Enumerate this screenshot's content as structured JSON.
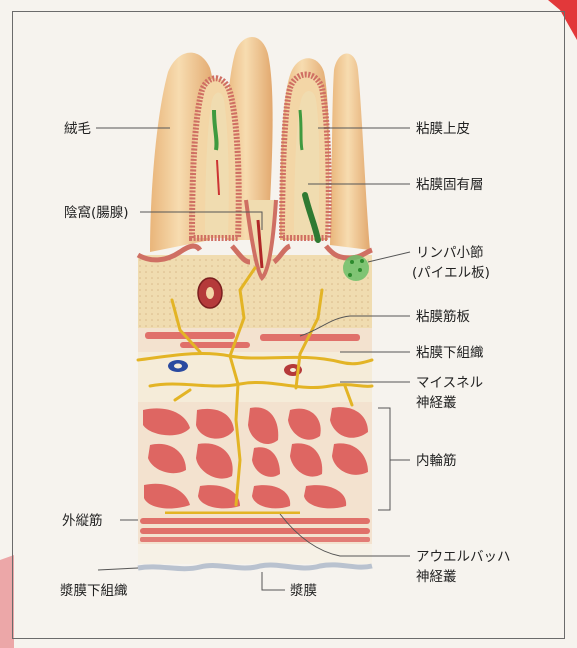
{
  "labels": {
    "villus": "絨毛",
    "crypt": "陰窩(腸腺)",
    "mucosal_epithelium": "粘膜上皮",
    "lamina_propria": "粘膜固有層",
    "lymph_nodule_line1": "リンパ小節",
    "lymph_nodule_line2": "(パイエル板)",
    "muscularis_mucosae": "粘膜筋板",
    "submucosa": "粘膜下組織",
    "meissner_line1": "マイスネル",
    "meissner_line2": "神経叢",
    "circular_muscle": "内輪筋",
    "longitudinal_muscle": "外縦筋",
    "auerbach_line1": "アウエルバッハ",
    "auerbach_line2": "神経叢",
    "subserosa": "漿膜下組織",
    "serosa": "漿膜"
  },
  "colors": {
    "villus_fill": "#f1cf9a",
    "epithelium": "#cf6f63",
    "lamina_propria": "#f0dcb0",
    "muscle": "#e0706a",
    "muscle_light": "#f3e2cf",
    "nerve": "#e3b425",
    "lymph": "#4caf4a",
    "serosa": "#b9c2cf",
    "leader_line": "#555555",
    "corner_accent": "#e2383a"
  }
}
